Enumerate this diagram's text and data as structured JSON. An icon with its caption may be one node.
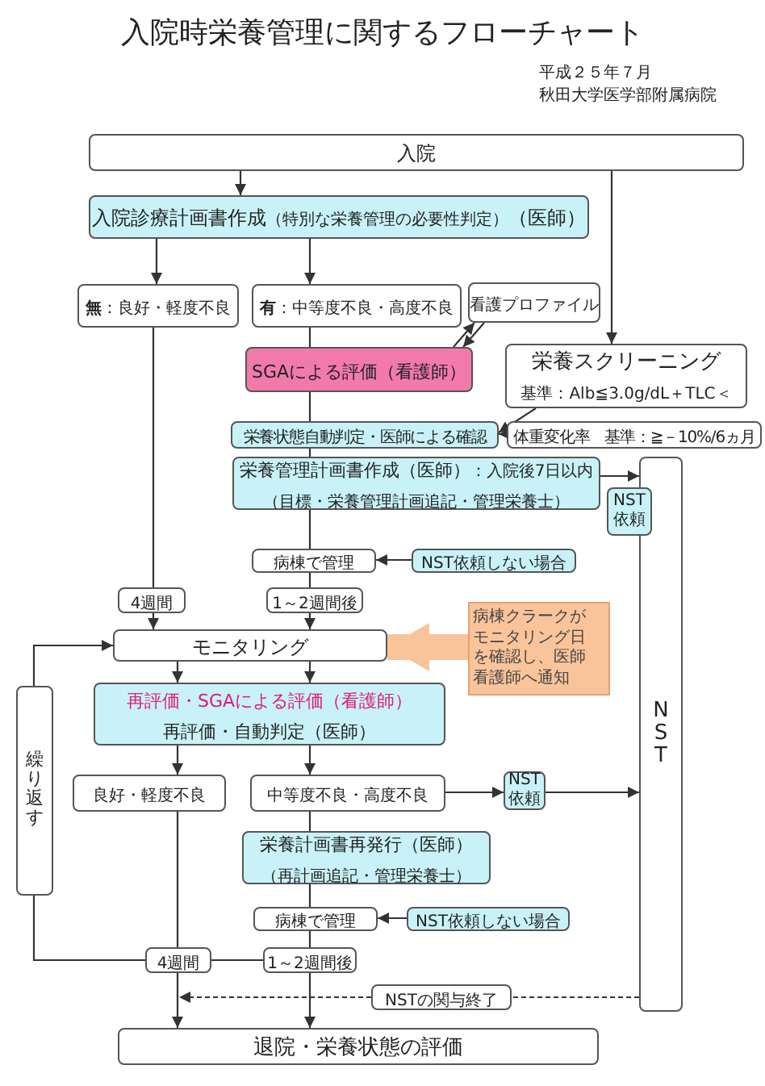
{
  "diagram": {
    "title": "入院時栄養管理に関するフローチャート",
    "nodes": [
      {
        "text": [
          "入院"
        ]
      },
      {
        "text": [
          "入院診療計画書作成",
          "（特別な栄養管理の必要性判定）",
          "（医師）"
        ]
      },
      {
        "text": [
          "**無**：良好・軽度不良"
        ]
      },
      {
        "text": [
          "**有**：中等度不良・高度不良"
        ]
      },
      {
        "text": [
          "看護プロファイル"
        ]
      },
      {
        "text": [
          "SGAによる評価（看護師）"
        ]
      },
      {
        "text": [
          "栄養スクリーニング",
          "基準：Alb≦3.0g/dL＋TLC＜"
        ]
      },
      {
        "text": [
          "栄養状態自動判定・医師による確認"
        ]
      },
      {
        "text": [
          "体重変化率　基準：≧－10%/6ヵ月"
        ]
      },
      {
        "text": [
          "NST"
        ]
      },
      {
        "text": [
          "栄養管理計画書作成（医師）",
          "：入院後7日以内",
          "（目標・栄養管理計画追記・管理栄養士）"
        ]
      },
      {
        "text": [
          "NST依頼"
        ]
      },
      {
        "text": [
          "病棟で管理"
        ]
      },
      {
        "text": [
          "NST依頼しない場合"
        ]
      },
      {
        "text": [
          "4週間"
        ]
      },
      {
        "text": [
          "1～2週間後"
        ]
      },
      {
        "text": [
          "モニタリング"
        ]
      },
      {
        "text": [
          "病棟クラークがモニタリング日を確認し、医師看護師へ通知"
        ]
      },
      {
        "text": [
          "再評価・SGAによる評価（看護師）",
          "再評価・自動判定（医師）"
        ]
      },
      {
        "text": [
          "繰り返す"
        ]
      },
      {
        "text": [
          "良好・軽度不良"
        ]
      },
      {
        "text": [
          "中等度不良・高度不良"
        ]
      },
      {
        "text": [
          "NST依頼"
        ]
      },
      {
        "text": [
          "栄養計画書再発行（医師）",
          "（再計画追記・管理栄養士）"
        ]
      },
      {
        "text": [
          "病棟で管理"
        ]
      },
      {
        "text": [
          "NST依頼しない場合"
        ]
      },
      {
        "text": [
          "4週間"
        ]
      },
      {
        "text": [
          "1～2週間後"
        ]
      },
      {
        "text": [
          "NSTの関与終了"
        ]
      },
      {
        "text": [
          "退院・栄養状態の評価"
        ]
      }
    ],
    "edges": [
      {
        "from": 0,
        "to": 1,
        "arrow": "to"
      },
      {
        "from": 1,
        "to": 2,
        "arrow": "to"
      },
      {
        "from": 1,
        "to": 3,
        "arrow": "to"
      },
      {
        "from": 0,
        "to": 6,
        "arrow": "to"
      },
      {
        "from": 3,
        "to": 5,
        "arrow": "none"
      },
      {
        "from": 5,
        "to": 4,
        "arrow": "to"
      },
      {
        "from": 4,
        "to": 5,
        "arrow": "to"
      },
      {
        "from": 5,
        "to": 7,
        "arrow": "none"
      },
      {
        "from": 6,
        "to": 7,
        "arrow": "to"
      },
      {
        "from": 8,
        "to": 7,
        "arrow": "to"
      },
      {
        "from": 7,
        "to": 10,
        "arrow": "none"
      },
      {
        "from": 10,
        "to": 9,
        "arrow": "to"
      },
      {
        "from": 10,
        "to": 12,
        "arrow": "none"
      },
      {
        "from": 13,
        "to": 12,
        "arrow": "to"
      },
      {
        "from": 12,
        "to": 15,
        "arrow": "none"
      },
      {
        "from": 15,
        "to": 16,
        "arrow": "to"
      },
      {
        "from": 2,
        "to": 14,
        "arrow": "none"
      },
      {
        "from": 14,
        "to": 16,
        "arrow": "to"
      },
      {
        "from": 17,
        "to": 16,
        "arrow": "to",
        "style": "thick",
        "color": "#f9c49a"
      },
      {
        "from": 16,
        "to": 18,
        "arrow": "to"
      },
      {
        "from": 16,
        "to": 18,
        "arrow": "to"
      },
      {
        "from": 18,
        "to": 20,
        "arrow": "to"
      },
      {
        "from": 18,
        "to": 21,
        "arrow": "to"
      },
      {
        "from": 21,
        "to": 22,
        "arrow": "to"
      },
      {
        "from": 22,
        "to": 9,
        "arrow": "to"
      },
      {
        "from": 21,
        "to": 23,
        "arrow": "none"
      },
      {
        "from": 23,
        "to": 24,
        "arrow": "none"
      },
      {
        "from": 25,
        "to": 24,
        "arrow": "to"
      },
      {
        "from": 24,
        "to": 27,
        "arrow": "none"
      },
      {
        "from": 27,
        "to": 29,
        "arrow": "to"
      },
      {
        "from": 20,
        "to": 26,
        "arrow": "none"
      },
      {
        "from": 26,
        "to": 29,
        "arrow": "to"
      },
      {
        "from": 27,
        "to": 26,
        "arrow": "none"
      },
      {
        "from": 26,
        "to": 19,
        "arrow": "none"
      },
      {
        "from": 19,
        "to": 16,
        "arrow": "to"
      },
      {
        "from": 9,
        "to": 28,
        "arrow": "none",
        "style": "dashed"
      },
      {
        "from": 28,
        "to": 29,
        "arrow": "to",
        "style": "dashed"
      }
    ],
    "labels": [
      "平成２５年７月",
      "秋田大学医学部附属病院"
    ]
  }
}
